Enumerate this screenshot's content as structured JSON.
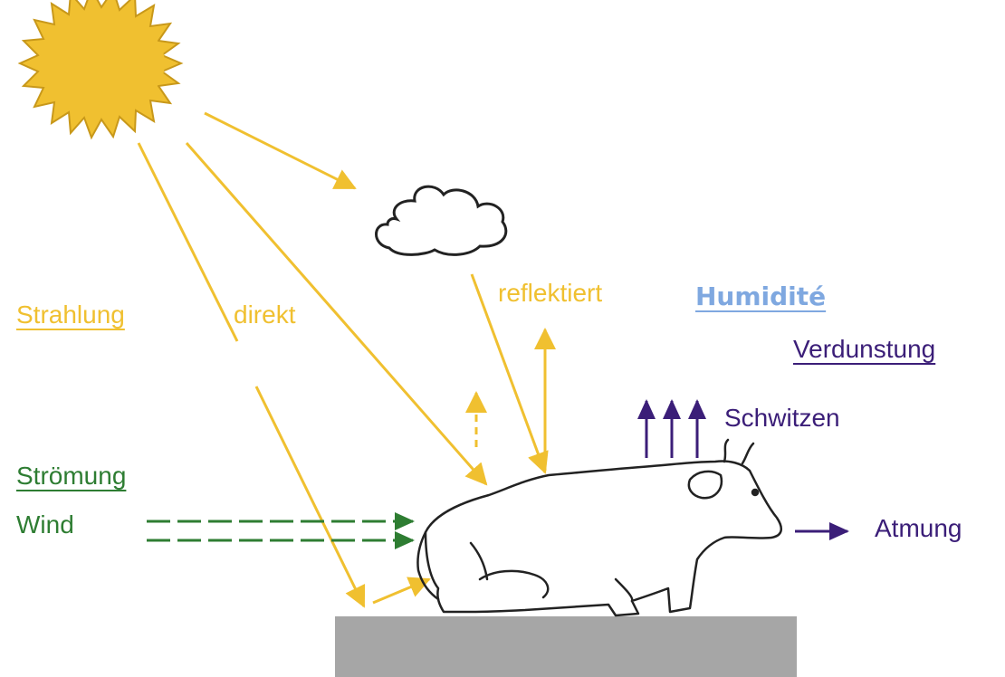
{
  "labels": {
    "strahlung": "Strahlung",
    "direkt": "direkt",
    "reflektiert": "reflektiert",
    "humidite": "Humidité",
    "verdunstung": "Verdunstung",
    "schwitzen": "Schwitzen",
    "stroemung": "Strömung",
    "wind": "Wind",
    "atmung": "Atmung"
  },
  "colors": {
    "radiation": "#f0c030",
    "wind": "#2e7d32",
    "evaporation": "#3b1e78",
    "humidity": "#7fa8e0",
    "ground": "#a6a6a6",
    "outline": "#222222"
  },
  "icons": [
    "sun-icon",
    "cloud-icon",
    "cow-illustration",
    "ground-block"
  ]
}
